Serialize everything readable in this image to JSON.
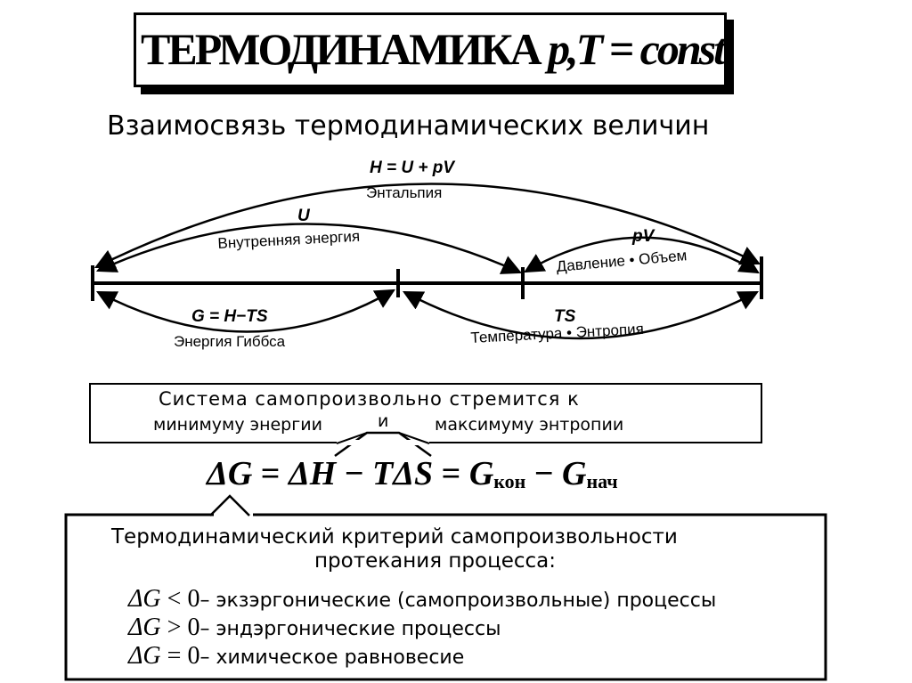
{
  "title": {
    "main": "ТЕРМОДИНАМИКА",
    "condition": "p,T = const"
  },
  "subtitle": "Взаимосвязь термодинамических величин",
  "diagram": {
    "enthalpy_formula": "H = U + pV",
    "enthalpy_label": "Энтальпия",
    "internal_energy_formula": "U",
    "internal_energy_label": "Внутренняя энергия",
    "pv_formula": "pV",
    "pv_label": "Давление • Объем",
    "gibbs_formula": "G = H−TS",
    "gibbs_label": "Энергия Гиббса",
    "ts_formula": "TS",
    "ts_label": "Температура • Энтропия"
  },
  "system_box": {
    "line1": "Система самопроизвольно стремится к",
    "left": "минимуму энергии",
    "and": "и",
    "right": "максимуму энтропии"
  },
  "equation": {
    "lhs": "ΔG",
    "eq1": "=",
    "dh": "ΔH",
    "minus1": "−",
    "tds": "TΔS",
    "eq2": "=",
    "g1": "G",
    "g1_sub": "кон",
    "minus2": "−",
    "g2": "G",
    "g2_sub": "нач"
  },
  "criterion": {
    "title_line1": "Термодинамический критерий самопроизвольности",
    "title_line2": "протекания процесса:",
    "items": [
      {
        "symbol": "ΔG",
        "relation": "<",
        "value": "0",
        "text": "– экзэргонические (самопроизвольные) процессы"
      },
      {
        "symbol": "ΔG",
        "relation": ">",
        "value": "0",
        "text": "– эндэргонические процессы"
      },
      {
        "symbol": "ΔG",
        "relation": "=",
        "value": "0",
        "text": "– химическое равновесие"
      }
    ]
  }
}
